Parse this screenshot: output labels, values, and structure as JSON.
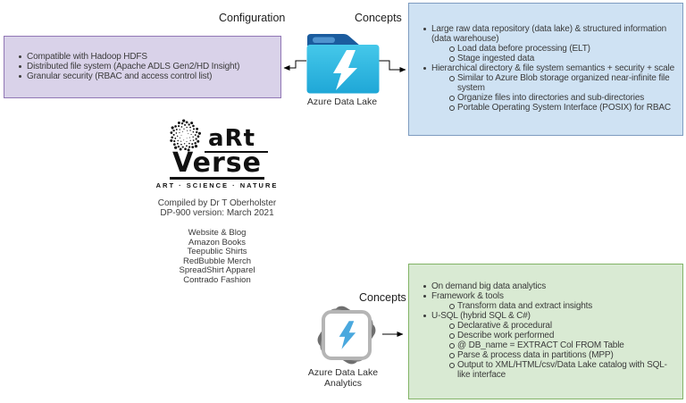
{
  "labels": {
    "configuration": "Configuration",
    "concepts_top": "Concepts",
    "concepts_bottom": "Concepts"
  },
  "nodes": {
    "data_lake": {
      "label": "Azure Data Lake"
    },
    "analytics": {
      "label_line1": "Azure Data Lake",
      "label_line2": "Analytics"
    }
  },
  "boxes": {
    "configuration": {
      "items": [
        {
          "level": 1,
          "text": "Compatible with Hadoop HDFS"
        },
        {
          "level": 1,
          "text": "Distributed file system (Apache ADLS Gen2/HD Insight)"
        },
        {
          "level": 1,
          "text": "Granular security (RBAC and access control list)"
        }
      ]
    },
    "data_lake_concepts": {
      "items": [
        {
          "level": 1,
          "text": "Large raw data repository (data lake) & structured information (data warehouse)"
        },
        {
          "level": 2,
          "text": "Load data before processing (ELT)"
        },
        {
          "level": 2,
          "text": "Stage ingested data"
        },
        {
          "level": 1,
          "text": "Hierarchical directory & file system semantics + security + scale"
        },
        {
          "level": 2,
          "text": "Similar to Azure Blob storage organized near-infinite file system"
        },
        {
          "level": 2,
          "text": "Organize files into directories and sub-directories"
        },
        {
          "level": 2,
          "text": "Portable Operating System Interface (POSIX) for RBAC"
        }
      ]
    },
    "analytics_concepts": {
      "items": [
        {
          "level": 1,
          "text": "On demand big data analytics"
        },
        {
          "level": 1,
          "text": "Framework & tools"
        },
        {
          "level": 2,
          "text": "Transform data and extract insights"
        },
        {
          "level": 1,
          "text": "U-SQL (hybrid SQL & C#)"
        },
        {
          "level": 2,
          "text": "Declarative & procedural"
        },
        {
          "level": 2,
          "text": "Describe work performed"
        },
        {
          "level": 2,
          "text": "@ DB_name = EXTRACT Col FROM Table"
        },
        {
          "level": 2,
          "text": "Parse & process data in partitions (MPP)"
        },
        {
          "level": 2,
          "text": "Output to XML/HTML/csv/Data Lake catalog with SQL-like interface"
        }
      ]
    }
  },
  "logo": {
    "line1": "aRt",
    "line2": "Verse",
    "tagline": "ART · SCIENCE · NATURE",
    "credit1": "Compiled by Dr T Oberholster",
    "credit2": "DP-900 version: March 2021",
    "links": [
      "Website & Blog",
      "Amazon Books",
      "Teepublic Shirts",
      "RedBubble Merch",
      "SpreadShirt Apparel",
      "Contrado Fashion"
    ]
  },
  "colors": {
    "box_purple_fill": "#d9d2e9",
    "box_purple_stroke": "#9177b5",
    "box_blue_fill": "#cfe2f3",
    "box_blue_stroke": "#7e9cc0",
    "box_green_fill": "#d9ead3",
    "box_green_stroke": "#82b366",
    "text": "#3b3b3b",
    "connector": "#000000",
    "folder_tab": "#1b5c9e",
    "folder_tab_pill": "#4f93ce",
    "folder_body_top": "#45c8ea",
    "folder_body_bottom": "#1fa7d7",
    "folder_bolt": "#ffffff",
    "analytics_back1": "#8a8a8a",
    "analytics_back2": "#6f6f6f",
    "analytics_border": "#b5b5b5",
    "analytics_bolt": "#4aa8de"
  }
}
